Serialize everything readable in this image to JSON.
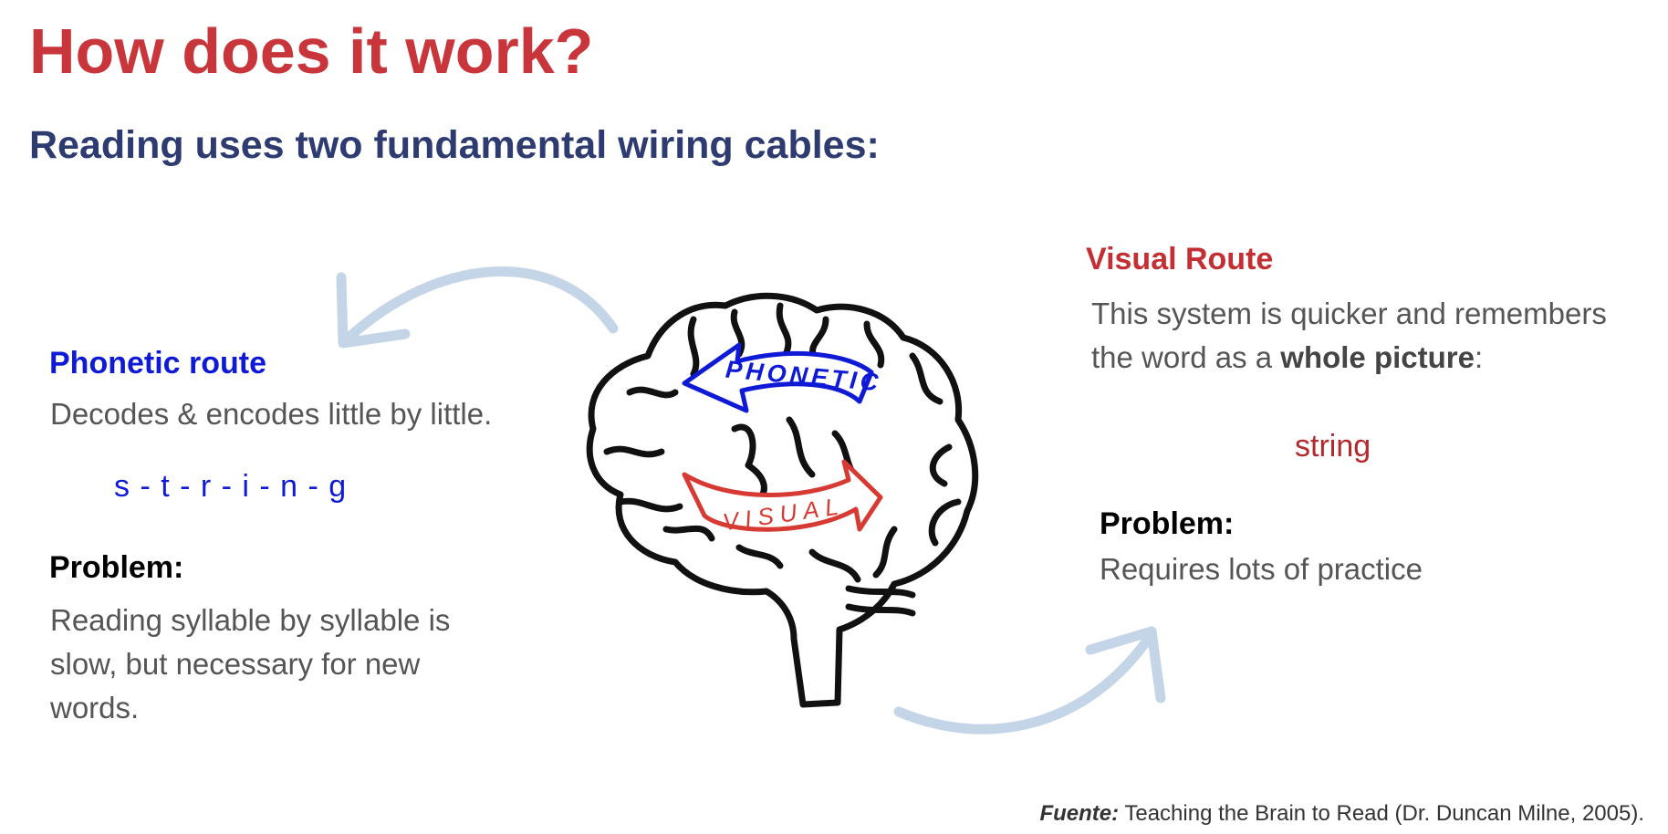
{
  "title": "How does it work?",
  "subtitle": "Reading uses two fundamental wiring cables:",
  "phonetic": {
    "heading": "Phonetic route",
    "description": "Decodes & encodes little by little.",
    "example": "s - t - r - i - n - g",
    "problem_label": "Problem:",
    "problem_lines": [
      "Reading syllable by syllable is",
      "slow, but necessary for new",
      "words."
    ]
  },
  "visual": {
    "heading": "Visual Route",
    "description_line1": "This system is quicker and remembers",
    "description_line2_prefix": "the word as a ",
    "description_line2_bold": "whole picture",
    "description_line2_suffix": ":",
    "example": "string",
    "problem_label": "Problem:",
    "problem_text": "Requires lots of practice"
  },
  "brain": {
    "phonetic_label": "PHONETIC",
    "visual_label": "VISUAL"
  },
  "source": {
    "label": "Fuente:",
    "text": " Teaching the Brain to Read (Dr. Duncan Milne, 2005)."
  },
  "colors": {
    "title": "#c8353a",
    "subtitle": "#2e3b70",
    "phonetic": "#0f1ad6",
    "visual": "#c32f33",
    "arrows": "#c5d5e8"
  }
}
